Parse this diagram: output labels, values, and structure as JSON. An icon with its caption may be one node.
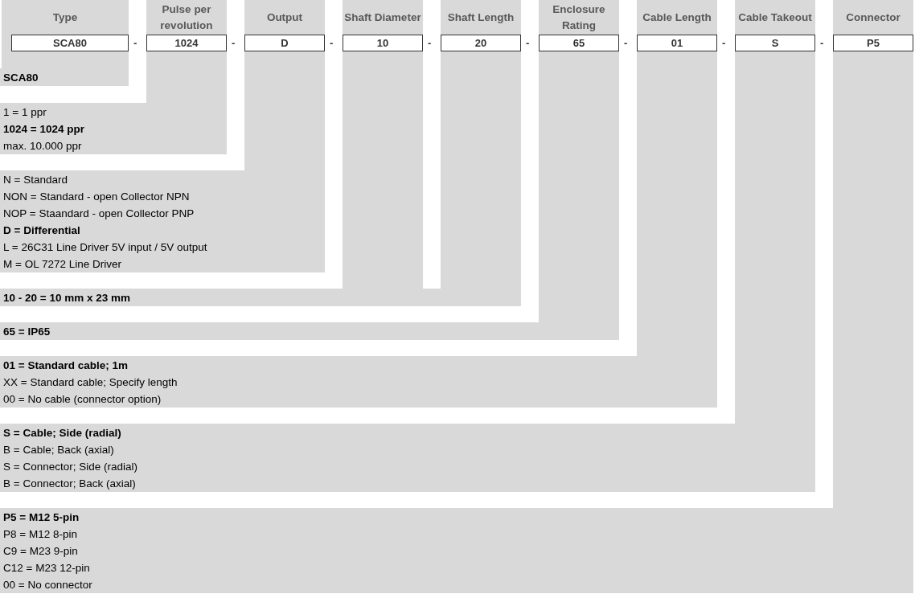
{
  "diagram": {
    "nodes": [
      {
        "text": [
          "Type"
        ]
      },
      {
        "text": [
          "SCA80"
        ],
        "in": 0
      },
      {
        "text": [
          "Pulse per revolution"
        ]
      },
      {
        "text": [
          "1024"
        ],
        "in": 2
      },
      {
        "text": [
          "Output"
        ]
      },
      {
        "text": [
          "D"
        ],
        "in": 4
      },
      {
        "text": [
          "Shaft Diameter"
        ]
      },
      {
        "text": [
          "10"
        ],
        "in": 6
      },
      {
        "text": [
          "Shaft Length"
        ]
      },
      {
        "text": [
          "20"
        ],
        "in": 8
      },
      {
        "text": [
          "Enclosure Rating"
        ]
      },
      {
        "text": [
          "65"
        ],
        "in": 10
      },
      {
        "text": [
          "Cable Length"
        ]
      },
      {
        "text": [
          "01"
        ],
        "in": 12
      },
      {
        "text": [
          "Cable Takeout"
        ]
      },
      {
        "text": [
          "S"
        ],
        "in": 14
      },
      {
        "text": [
          "Connector"
        ]
      },
      {
        "text": [
          "P5"
        ],
        "in": 16
      },
      {
        "text": [
          "**SCA80**"
        ]
      },
      {
        "text": [
          "1 = 1 ppr",
          "**1024 = 1024 ppr**",
          "max. 10.000 ppr"
        ]
      },
      {
        "text": [
          "N = Standard",
          "NON = Standard - open Collector NPN",
          "NOP = Staandard - open Collector PNP",
          "**D = Differential**",
          "L = 26C31 Line Driver 5V input / 5V output",
          "M = OL 7272 Line Driver"
        ]
      },
      {
        "text": [
          "**10 - 20 = 10 mm x 23 mm**"
        ]
      },
      {
        "text": [
          "**65 = IP65**"
        ]
      },
      {
        "text": [
          "**01 = Standard cable; 1m**",
          "XX = Standard cable; Specify length",
          "00 = No cable (connector option)"
        ]
      },
      {
        "text": [
          "**S = Cable; Side (radial)**",
          "B = Cable; Back (axial)",
          "S = Connector; Side (radial)",
          "B = Connector; Back (axial)"
        ]
      },
      {
        "text": [
          "**P5 = M12 5-pin**",
          "P8 = M12 8-pin",
          "C9 = M23 9-pin",
          "C12 = M23 12-pin",
          "00 = No connector"
        ]
      }
    ],
    "edges": [],
    "labels": [
      "-",
      "-",
      "-",
      "-",
      "-",
      "-",
      "-",
      "-"
    ]
  }
}
